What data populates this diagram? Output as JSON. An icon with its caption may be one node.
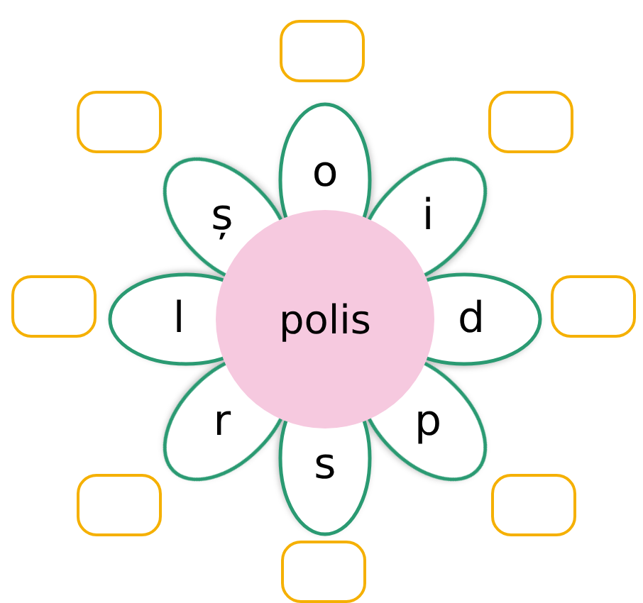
{
  "diagram": {
    "nodes": [
      {
        "text": [
          "polis"
        ]
      },
      {
        "text": [
          "o"
        ]
      },
      {
        "text": [
          "i"
        ]
      },
      {
        "text": [
          "d"
        ]
      },
      {
        "text": [
          "p"
        ]
      },
      {
        "text": [
          "s"
        ]
      },
      {
        "text": [
          "r"
        ]
      },
      {
        "text": [
          "l"
        ]
      },
      {
        "text": [
          "ș"
        ]
      },
      {
        "text": [],
        "shape": "box"
      },
      {
        "text": [],
        "shape": "box"
      },
      {
        "text": [],
        "shape": "box"
      },
      {
        "text": [],
        "shape": "box"
      },
      {
        "text": [],
        "shape": "box"
      },
      {
        "text": [],
        "shape": "box"
      },
      {
        "text": [],
        "shape": "box"
      },
      {
        "text": [],
        "shape": "box"
      }
    ]
  }
}
